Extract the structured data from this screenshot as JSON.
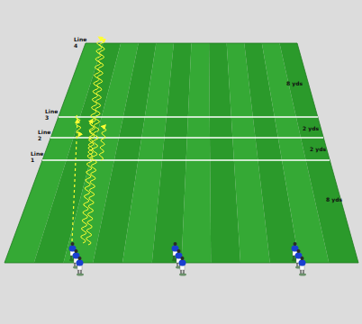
{
  "diagram": {
    "labels": [
      "Line 4",
      "Line 3",
      "Line 2",
      "Line 1",
      "8 yds",
      "2 yds",
      "2 yds",
      "8 yds"
    ]
  }
}
